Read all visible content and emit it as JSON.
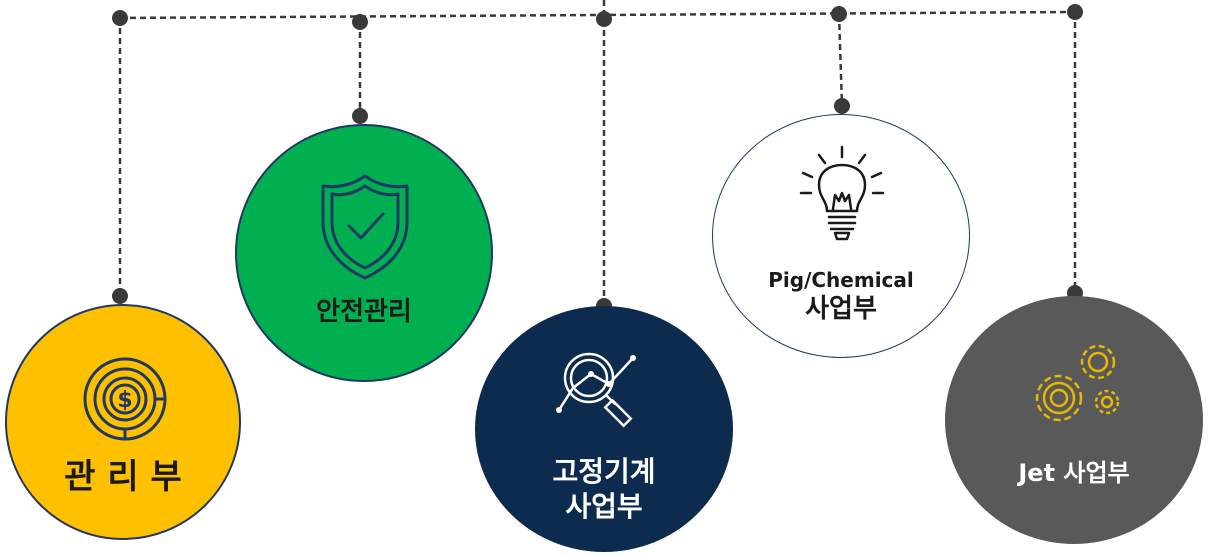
{
  "nodes": [
    {
      "id": "mgmt",
      "lines": [
        "관 리 부"
      ],
      "fill": "#FFC000",
      "text_color": "#1a1a1a",
      "icon": "dollar-target-icon"
    },
    {
      "id": "safety",
      "lines": [
        "안전관리"
      ],
      "fill": "#00B050",
      "text_color": "#1a1a1a",
      "icon": "shield-check-icon"
    },
    {
      "id": "fixed",
      "lines": [
        "고정기계",
        "사업부"
      ],
      "fill": "#0D2B4E",
      "text_color": "#ffffff",
      "icon": "magnifier-chart-icon"
    },
    {
      "id": "pig",
      "lines": [
        "Pig/Chemical",
        "사업부"
      ],
      "fill": "#ffffff",
      "text_color": "#1a1a1a",
      "icon": "lightbulb-icon"
    },
    {
      "id": "jet",
      "lines": [
        "Jet 사업부"
      ],
      "fill": "#595959",
      "text_color": "#ffffff",
      "icon": "gears-icon"
    }
  ],
  "colors": {
    "connector": "#3a3a3a",
    "outline": "#1F3864",
    "gold": "#E6B800",
    "dark_gold": "#1F3864"
  }
}
